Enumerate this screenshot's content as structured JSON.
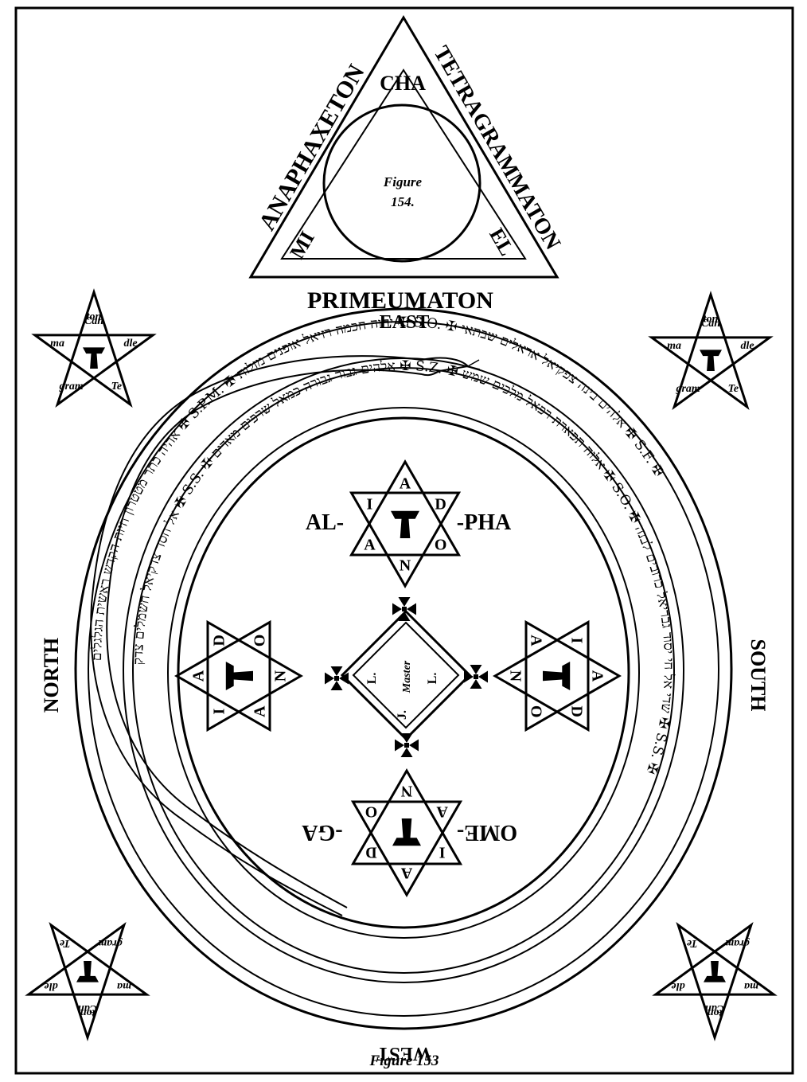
{
  "triangle": {
    "left_side": "ANAPHAXETON",
    "right_side": "TETRAGRAMMATON",
    "top_inner": "CHA",
    "left_inner": "MI",
    "right_inner": "EL",
    "figure_label": "Figure",
    "figure_number": "154."
  },
  "below_triangle": "PRIMEUMATON",
  "directions": {
    "east": "EAST",
    "west": "WEST",
    "north": "NORTH",
    "south": "SOUTH"
  },
  "center": {
    "alpha_left": "AL-",
    "alpha_right": "-PHA",
    "omega_left": "OME-",
    "omega_right": "-GA",
    "master": "Master",
    "diamond_letters": [
      "L.",
      "L.",
      "J."
    ]
  },
  "hexagrams": {
    "top": [
      "A",
      "D",
      "O",
      "N",
      "A",
      "I"
    ],
    "left": [
      "A",
      "D",
      "O",
      "N",
      "A",
      "I"
    ],
    "right": [
      "A",
      "D",
      "O",
      "N",
      "A",
      "I"
    ],
    "bottom": [
      "A",
      "D",
      "O",
      "N",
      "A",
      "I"
    ]
  },
  "pentacle_words": [
    "Can",
    "dle",
    "Te",
    "gram",
    "ma",
    "ton"
  ],
  "ring_texts": {
    "outer": "אהיה כתר מטטרון חיות הקדש ראשית הגלגלים ✠ S.P.M. ✠ יהוה חכמה רזיאל אופנים מזלות ✠ S.O. ✠ אלהים בינה צפקיאל אראלים שבתאי ✠ S.F. ✠",
    "inner": "אל חסד צדקיאל חשמלים צדק ✠ S.S. ✠ אלהים גבור גבורה כמאל שרפים מאדים ✠ S.Z. ✠ אלוה תפארת רפאל מלכים שמש ✠ S.O. ✠ שדי אל חי יסוד גבריאל כרובים לבנה ✠ S.S. ✠"
  },
  "figure_caption": "Figure 153"
}
